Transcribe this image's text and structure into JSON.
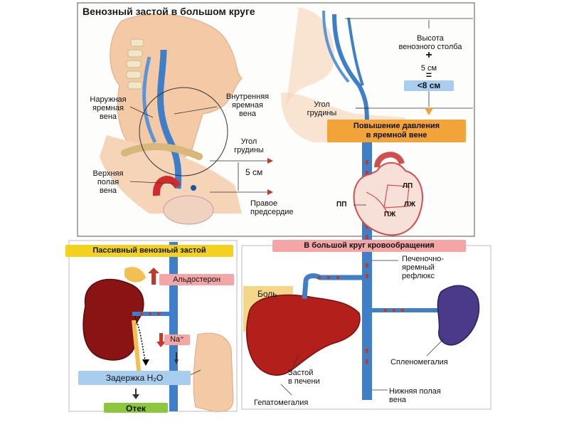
{
  "top_panel": {
    "title": "Венозный застой в большом круге",
    "external_jugular": "Наружная\nяремная\nвена",
    "internal_jugular": "Внутренняя\nяремная\nвена",
    "sternal_angle_left": "Угол\nгрудины",
    "distance_5cm_left": "5 см",
    "superior_vena_cava": "Верхняя\nполая\nвена",
    "right_atrium": "Правое\nпредсердие",
    "column_height": "Высота\nвенозного столба",
    "plus_sign": "+",
    "distance_5cm_right": "5 см",
    "equals_sign": "=",
    "less_8cm": "<8 см",
    "sternal_angle_right": "Угол\nгрудины",
    "pressure_increase": "Повышение давления\nв яремной вене",
    "heart_lp": "ЛП",
    "heart_pp": "ПП",
    "heart_lzh": "ЛЖ",
    "heart_pzh": "ПЖ"
  },
  "left_panel": {
    "title": "Пассивный венозный застой",
    "aldosterone": "Альдостерон",
    "sodium": "Na⁺",
    "water_retention": "Задержка H₂O",
    "edema": "Отек"
  },
  "right_panel": {
    "title": "В большой круг кровообращения",
    "hepatojugular_reflux": "Печеночно-\nяремный\nрефлюкс",
    "pain": "Боль",
    "liver_congestion": "Застой\nв печени",
    "splenomegaly": "Спленомегалия",
    "hepatomegaly": "Гепатомегалия",
    "inferior_vena_cava": "Нижняя полая\nвена"
  },
  "colors": {
    "vein": "#3f7fc8",
    "skin": "#f3c9a6",
    "orange_banner": "#f2a33a",
    "yellow_banner": "#f2d21f",
    "pink_banner": "#f4a6a6",
    "blue_box": "#a9cdee",
    "green_box": "#8dc63f",
    "liver": "#b3201c",
    "spleen": "#4b3a8a",
    "kidney": "#8a1414"
  }
}
